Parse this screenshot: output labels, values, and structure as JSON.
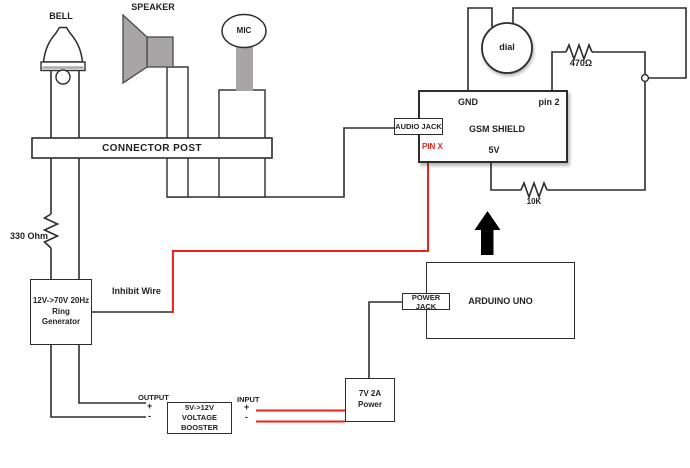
{
  "colors": {
    "wire_black": "#2e2d2c",
    "wire_red": "#e8231d",
    "component_gray": "#a7a5a6",
    "background": "#ffffff",
    "text": "#231f20"
  },
  "components": {
    "bell": {
      "label": "BELL"
    },
    "speaker": {
      "label": "SPEAKER"
    },
    "mic": {
      "label": "MIC"
    },
    "connector_post": {
      "label": "CONNECTOR POST"
    },
    "dial": {
      "label": "dial"
    },
    "gsm_shield": {
      "label": "GSM SHIELD",
      "pin_gnd": "GND",
      "pin_2": "pin 2",
      "pin_5v": "5V",
      "pin_x": "PIN X"
    },
    "audio_jack": {
      "label": "AUDIO JACK"
    },
    "arduino": {
      "label": "ARDUINO UNO"
    },
    "power_jack": {
      "label": "POWER JACK"
    },
    "ring_generator": {
      "lines": [
        "12V->70V 20Hz",
        "Ring",
        "Generator"
      ]
    },
    "voltage_booster": {
      "lines": [
        "5V->12V",
        "VOLTAGE",
        "BOOSTER"
      ]
    },
    "power_supply": {
      "lines": [
        "7V 2A",
        "Power"
      ]
    },
    "resistor_470": {
      "label": "470Ω"
    },
    "resistor_10k": {
      "label": "10K"
    },
    "resistor_330": {
      "label": "330 Ohm"
    }
  },
  "wires": {
    "inhibit": {
      "label": "Inhibit Wire"
    }
  },
  "terminals": {
    "output_label": "OUTPUT",
    "input_label": "INPUT",
    "plus": "+",
    "minus": "-"
  }
}
